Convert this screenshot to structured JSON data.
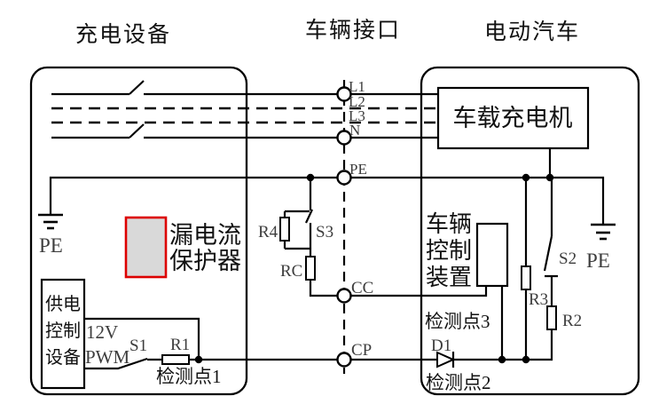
{
  "headers": {
    "charging_equipment": "充电设备",
    "vehicle_interface": "车辆接口",
    "electric_vehicle": "电动汽车"
  },
  "charging_side": {
    "pe_ground_label": "PE",
    "leakage_protector_line1": "漏电流",
    "leakage_protector_line2": "保护器",
    "supply_box_line1": "供电",
    "supply_box_line2": "控制",
    "supply_box_line3": "设备",
    "pwm_line1": "12V",
    "pwm_line2": "PWM",
    "s1": "S1",
    "r1": "R1",
    "r4": "R4",
    "s3": "S3",
    "rc": "RC",
    "detection_point1": "检测点1"
  },
  "interface": {
    "l1": "L1",
    "l2": "L2",
    "l3": "L3",
    "n": "N",
    "pe": "PE",
    "cc": "CC",
    "cp": "CP"
  },
  "vehicle_side": {
    "charger_label": "车载充电机",
    "control_device_line1": "车辆",
    "control_device_line2": "控制",
    "control_device_line3": "装置",
    "detection_point3": "检测点3",
    "detection_point2": "检测点2",
    "d1": "D1",
    "r2": "R2",
    "r3": "R3",
    "s2": "S2",
    "pe_ground_label": "PE"
  },
  "colors": {
    "wire": "#000000",
    "protector_border": "#dd0000",
    "protector_fill": "#d9d9d9",
    "label_gray": "#3d3d3d"
  }
}
